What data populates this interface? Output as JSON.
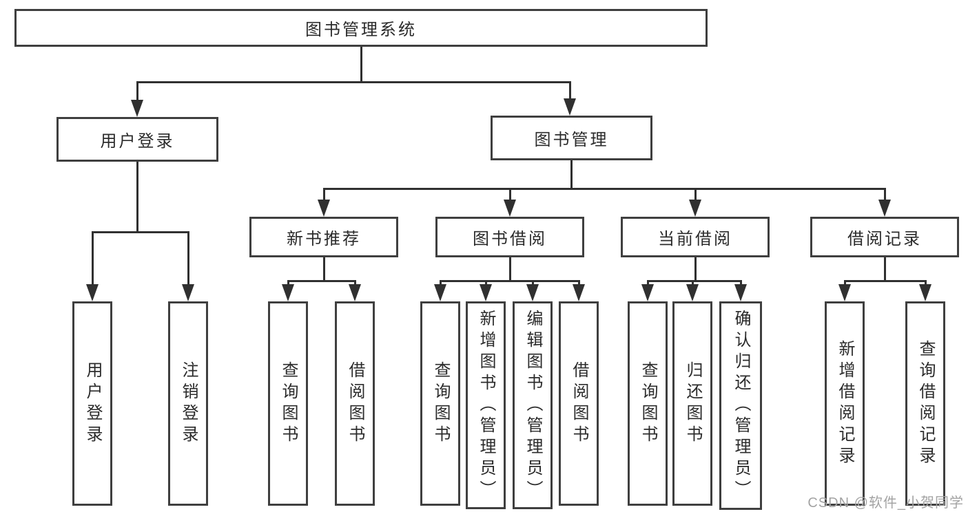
{
  "diagram_type": "functional-structure-tree",
  "colors": {
    "line": "#303030",
    "box_border": "#3f3f3f",
    "text": "#2b2b2b",
    "background": "#ffffff",
    "watermark": "#a3a3a3"
  },
  "watermark": "CSDN @软件_小贺同学",
  "tree": {
    "label": "图书管理系统",
    "children": [
      {
        "label": "用户登录",
        "children": [
          {
            "label": "用户登录"
          },
          {
            "label": "注销登录"
          }
        ]
      },
      {
        "label": "图书管理",
        "children": [
          {
            "label": "新书推荐",
            "children": [
              {
                "label": "查询图书"
              },
              {
                "label": "借阅图书"
              }
            ]
          },
          {
            "label": "图书借阅",
            "children": [
              {
                "label": "查询图书"
              },
              {
                "label": "新增图书（管理员）"
              },
              {
                "label": "编辑图书（管理员）"
              },
              {
                "label": "借阅图书"
              }
            ]
          },
          {
            "label": "当前借阅",
            "children": [
              {
                "label": "查询图书"
              },
              {
                "label": "归还图书"
              },
              {
                "label": "确认归还（管理员）"
              }
            ]
          },
          {
            "label": "借阅记录",
            "children": [
              {
                "label": "新增借阅记录"
              },
              {
                "label": "查询借阅记录"
              }
            ]
          }
        ]
      }
    ]
  }
}
